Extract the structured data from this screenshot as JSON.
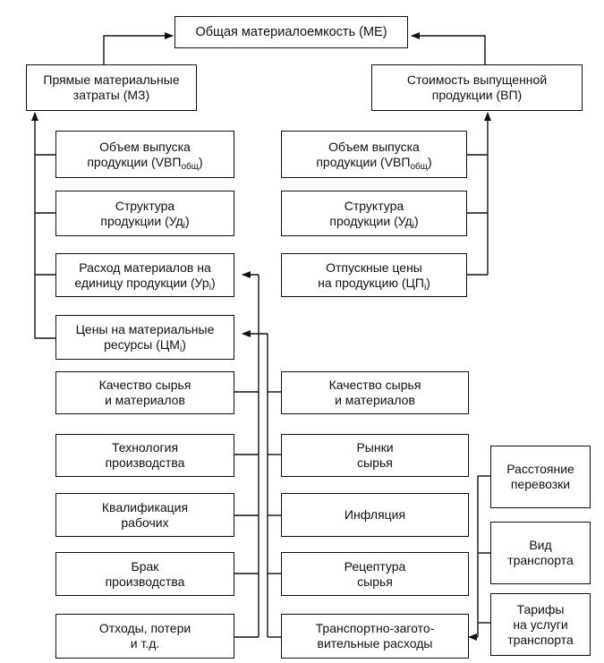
{
  "nodes": {
    "me": {
      "text": "Общая материалоемкость (МЕ)"
    },
    "mz": {
      "text": "Прямые материальные\nзатраты (МЗ)"
    },
    "vp": {
      "text": "Стоимость выпущенной\nпродукции (ВП)"
    },
    "l_volume": {
      "text": "Объем выпуска\nпродукции (VBП",
      "sub": "общ",
      "tail": ")"
    },
    "l_structure": {
      "text": "Структура\nпродукции (Уд",
      "sub": "i",
      "tail": ")"
    },
    "l_consumption": {
      "text": "Расход материалов на\nединицу продукции (Ур",
      "sub": "i",
      "tail": ")"
    },
    "l_prices": {
      "text": "Цены на материальные\nресурсы (ЦМ",
      "sub": "i",
      "tail": ")"
    },
    "r_volume": {
      "text": "Объем выпуска\nпродукции (VBП",
      "sub": "общ",
      "tail": ")"
    },
    "r_structure": {
      "text": "Структура\nпродукции (Уд",
      "sub": "i",
      "tail": ")"
    },
    "r_prices": {
      "text": "Отпускные цены\nна продукцию (ЦП",
      "sub": "i",
      "tail": ")"
    },
    "f_quality_l": {
      "text": "Качество сырья\nи материалов"
    },
    "f_technology": {
      "text": "Технология\nпроизводства"
    },
    "f_qualification": {
      "text": "Квалификация\nрабочих"
    },
    "f_defects": {
      "text": "Брак\nпроизводства"
    },
    "f_waste": {
      "text": "Отходы, потери\nи т.д."
    },
    "f_quality_r": {
      "text": "Качество сырья\nи материалов"
    },
    "f_markets": {
      "text": "Рынки\nсырья"
    },
    "f_inflation": {
      "text": "Инфляция"
    },
    "f_recipe": {
      "text": "Рецептура\nсырья"
    },
    "f_transport": {
      "text": "Транспортно-загото-\nвительные расходы"
    },
    "t_distance": {
      "text": "Расстояние\nперевозки"
    },
    "t_type": {
      "text": "Вид\nтранспорта"
    },
    "t_tariffs": {
      "text": "Тарифы\nна услуги\nтранспорта"
    }
  }
}
